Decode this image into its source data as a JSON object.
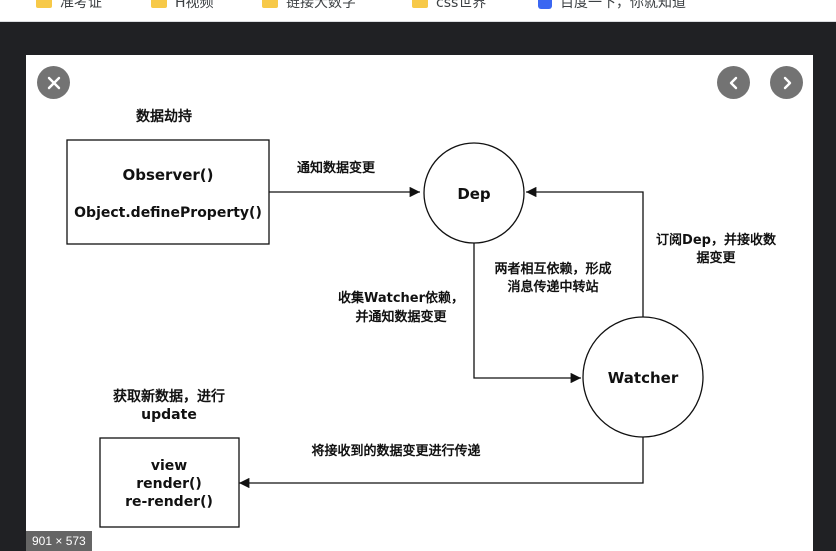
{
  "bookmarks": [
    {
      "label": "准考证",
      "icon": "folder-icon"
    },
    {
      "label": "H视频",
      "icon": "folder-icon"
    },
    {
      "label": "链接大数字",
      "icon": "folder-icon"
    },
    {
      "label": "css世界",
      "icon": "folder-icon"
    },
    {
      "label": "百度一下，你就知道",
      "icon": "baidu-icon"
    }
  ],
  "lightbox": {
    "image_dimensions": "901 × 573"
  },
  "diagram": {
    "hijack_label": "数据劫持",
    "observer_line1": "Observer()",
    "observer_line2": "Object.defineProperty()",
    "notify_label": "通知数据变更",
    "dep_label": "Dep",
    "subscribe_line1": "订阅Dep，并接收数",
    "subscribe_line2": "据变更",
    "relay_line1": "两者相互依赖，形成",
    "relay_line2": "消息传递中转站",
    "collect_line1": "收集Watcher依赖，",
    "collect_line2": "并通知数据变更",
    "watcher_label": "Watcher",
    "update_line1": "获取新数据，进行",
    "update_line2": "update",
    "view_line1": "view",
    "view_line2": "render()",
    "view_line3": "re-render()",
    "transfer_label": "将接收到的数据变更进行传递"
  }
}
